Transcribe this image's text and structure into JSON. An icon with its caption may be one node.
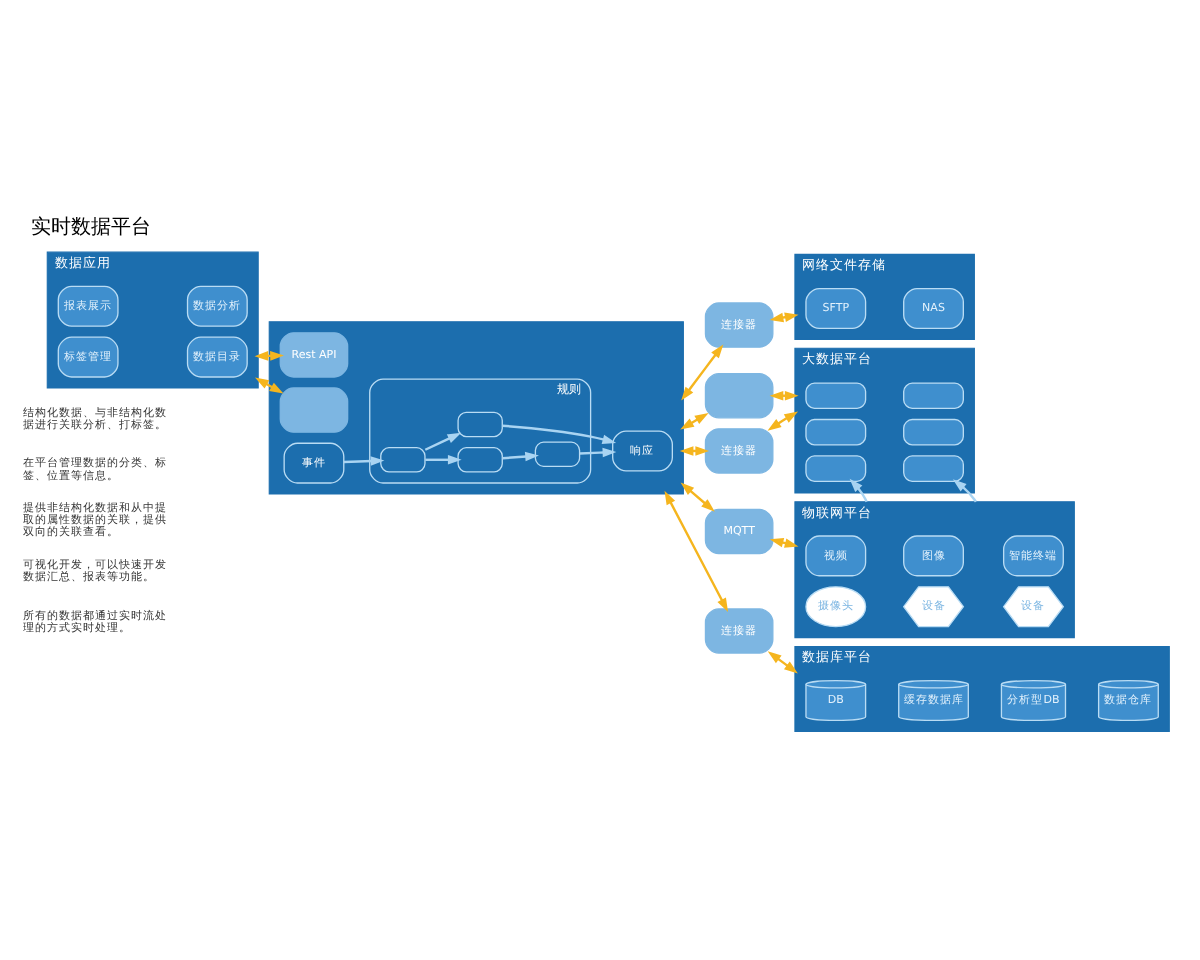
{
  "diagram": {
    "title": "实时数据平台",
    "nodes": [
      {
        "text": [
          "数据应用"
        ]
      },
      {
        "text": [
          "报表展示"
        ],
        "in": 0
      },
      {
        "text": [
          "数据分析"
        ],
        "in": 0
      },
      {
        "text": [
          "标签管理"
        ],
        "in": 0
      },
      {
        "text": [
          "数据目录"
        ],
        "in": 0
      },
      {
        "text": [],
        "shape": "box"
      },
      {
        "text": [
          "Rest API"
        ],
        "in": 5
      },
      {
        "text": [],
        "shape": "box",
        "in": 5
      },
      {
        "text": [
          "事件"
        ],
        "in": 5
      },
      {
        "text": [
          "规则"
        ],
        "in": 5
      },
      {
        "text": [],
        "shape": "box",
        "in": 9
      },
      {
        "text": [],
        "shape": "box",
        "in": 9
      },
      {
        "text": [],
        "shape": "box",
        "in": 9
      },
      {
        "text": [],
        "shape": "box",
        "in": 9
      },
      {
        "text": [
          "响应"
        ],
        "in": 5
      },
      {
        "text": [
          "连接器"
        ]
      },
      {
        "text": [],
        "shape": "box"
      },
      {
        "text": [
          "连接器"
        ]
      },
      {
        "text": [
          "MQTT"
        ]
      },
      {
        "text": [
          "连接器"
        ]
      },
      {
        "text": [
          "网络文件存储"
        ]
      },
      {
        "text": [
          "SFTP"
        ],
        "in": 20
      },
      {
        "text": [
          "NAS"
        ],
        "in": 20
      },
      {
        "text": [
          "大数据平台"
        ]
      },
      {
        "text": [],
        "shape": "box",
        "in": 23
      },
      {
        "text": [],
        "shape": "box",
        "in": 23
      },
      {
        "text": [],
        "shape": "box",
        "in": 23
      },
      {
        "text": [],
        "shape": "box",
        "in": 23
      },
      {
        "text": [],
        "shape": "box",
        "in": 23
      },
      {
        "text": [],
        "shape": "box",
        "in": 23
      },
      {
        "text": [
          "物联网平台"
        ]
      },
      {
        "text": [
          "视频"
        ],
        "in": 30
      },
      {
        "text": [
          "图像"
        ],
        "in": 30
      },
      {
        "text": [
          "智能终端"
        ],
        "in": 30
      },
      {
        "text": [
          "摄像头"
        ],
        "in": 30
      },
      {
        "text": [
          "设备"
        ],
        "in": 30
      },
      {
        "text": [
          "设备"
        ],
        "in": 30
      },
      {
        "text": [
          "数据库平台"
        ]
      },
      {
        "text": [
          "DB"
        ],
        "in": 37
      },
      {
        "text": [
          "缓存数据库"
        ],
        "in": 37
      },
      {
        "text": [
          "分析型DB"
        ],
        "in": 37
      },
      {
        "text": [
          "数据仓库"
        ],
        "in": 37
      }
    ],
    "edges": [
      {
        "from": 0,
        "to": 6,
        "arrow": "both"
      },
      {
        "from": 0,
        "to": 7,
        "arrow": "both"
      },
      {
        "from": 8,
        "to": 10,
        "arrow": "to",
        "color": "#a9d4f2"
      },
      {
        "from": 10,
        "to": 11,
        "arrow": "to",
        "color": "#a9d4f2"
      },
      {
        "from": 10,
        "to": 12,
        "arrow": "to",
        "color": "#a9d4f2"
      },
      {
        "from": 11,
        "to": 13,
        "arrow": "to",
        "color": "#a9d4f2"
      },
      {
        "from": 13,
        "to": 14,
        "arrow": "to",
        "color": "#a9d4f2"
      },
      {
        "from": 12,
        "to": 14,
        "arrow": "to",
        "color": "#a9d4f2"
      },
      {
        "from": 5,
        "to": 15,
        "arrow": "both"
      },
      {
        "from": 5,
        "to": 16,
        "arrow": "both"
      },
      {
        "from": 5,
        "to": 17,
        "arrow": "both"
      },
      {
        "from": 5,
        "to": 18,
        "arrow": "both"
      },
      {
        "from": 5,
        "to": 19,
        "arrow": "both"
      },
      {
        "from": 15,
        "to": 20,
        "arrow": "both"
      },
      {
        "from": 16,
        "to": 23,
        "arrow": "both"
      },
      {
        "from": 17,
        "to": 23,
        "arrow": "both"
      },
      {
        "from": 18,
        "to": 30,
        "arrow": "both"
      },
      {
        "from": 19,
        "to": 37,
        "arrow": "both"
      },
      {
        "from": 30,
        "to": 28,
        "arrow": "to",
        "color": "#a9d4f2"
      },
      {
        "from": 30,
        "to": 29,
        "arrow": "to",
        "color": "#a9d4f2"
      }
    ],
    "labels": [
      "结构化数据、与非结构化数据进行关联分析、打标签。",
      "在平台管理数据的分类、标签、位置等信息。",
      "提供非结构化数据和从中提取的属性数据的关联，提供双向的关联查看。",
      "可视化开发，可以快速开发数据汇总、报表等功能。",
      "所有的数据都通过实时流处理的方式实时处理。"
    ]
  }
}
